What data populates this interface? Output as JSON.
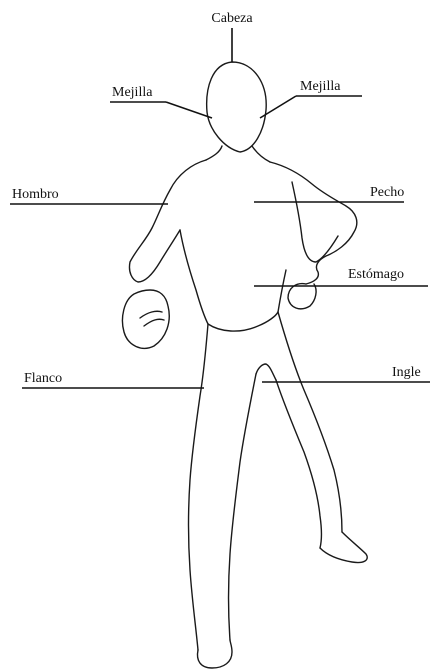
{
  "labels": {
    "head": "Cabeza",
    "cheek_left": "Mejilla",
    "cheek_right": "Mejilla",
    "shoulder": "Hombro",
    "chest": "Pecho",
    "stomach": "Estómago",
    "flank": "Flanco",
    "groin": "Ingle"
  }
}
